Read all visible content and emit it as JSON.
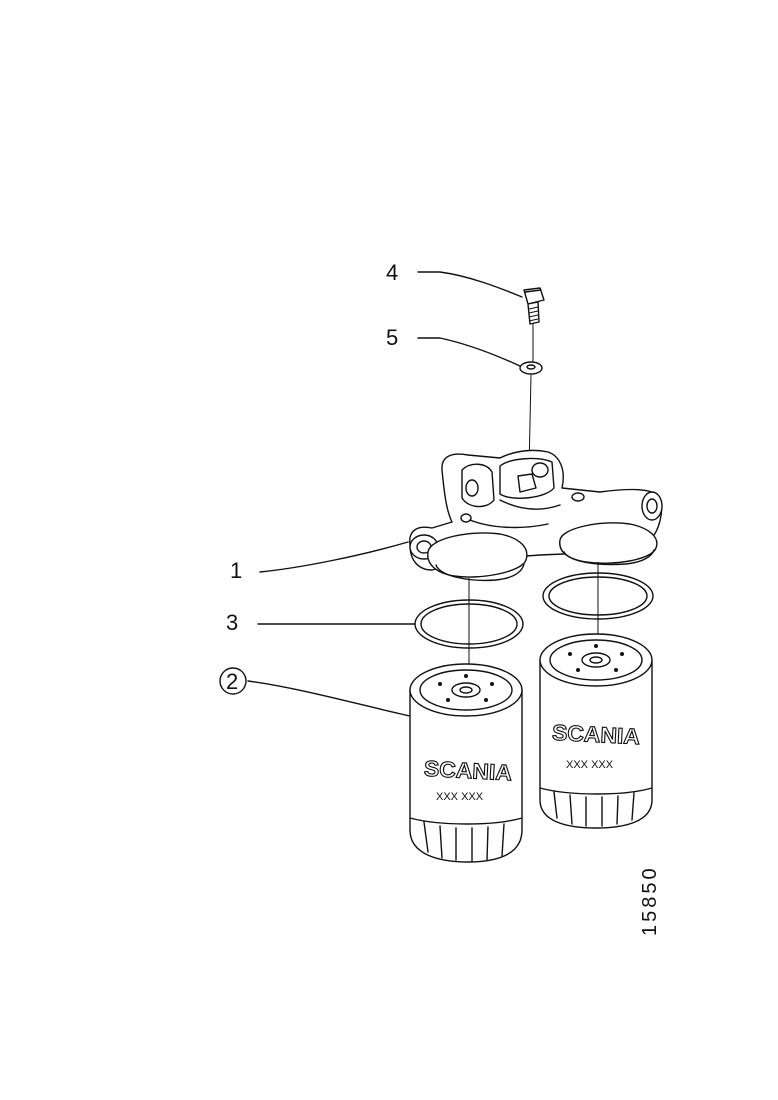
{
  "callouts": {
    "c1": "1",
    "c2": "2",
    "c3": "3",
    "c4": "4",
    "c5": "5"
  },
  "filters": {
    "brand": "SCANIA",
    "left_part_number": "XXX XXX",
    "right_part_number": "XXX XXX"
  },
  "figure_number": "15850"
}
